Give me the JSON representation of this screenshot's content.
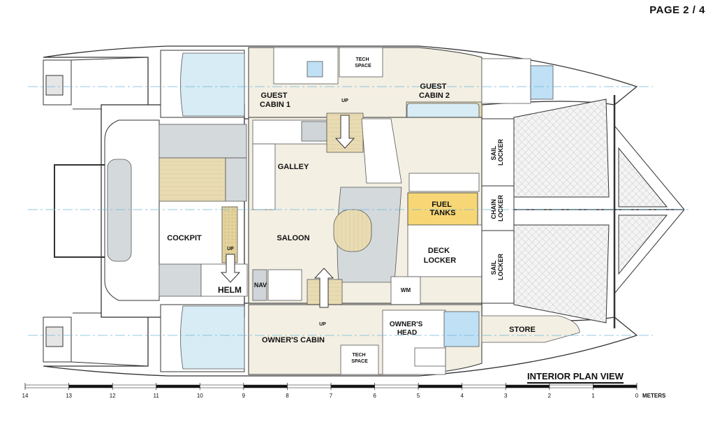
{
  "page_label": "PAGE 2 / 4",
  "view_title": "INTERIOR PLAN VIEW",
  "rooms": {
    "guest_cabin_1": [
      "GUEST",
      "CABIN 1"
    ],
    "guest_cabin_2": [
      "GUEST",
      "CABIN 2"
    ],
    "tech_space_top": [
      "TECH",
      "SPACE"
    ],
    "tech_space_bottom": [
      "TECH",
      "SPACE"
    ],
    "galley": "GALLEY",
    "saloon": "SALOON",
    "cockpit": "COCKPIT",
    "helm": "HELM",
    "nav": "NAV",
    "owners_cabin": "OWNER'S CABIN",
    "owners_head": [
      "OWNER'S",
      "HEAD"
    ],
    "store": "STORE",
    "fuel_tanks": [
      "FUEL",
      "TANKS"
    ],
    "deck_locker": [
      "DECK",
      "LOCKER"
    ],
    "sail_locker_top": [
      "SAIL",
      "LOCKER"
    ],
    "sail_locker_bottom": [
      "SAIL",
      "LOCKER"
    ],
    "chain_locker": [
      "CHAIN",
      "LOCKER"
    ],
    "wm": "WM"
  },
  "stairs": {
    "up_label": "UP"
  },
  "scale": {
    "ticks": [
      "14",
      "13",
      "12",
      "11",
      "10",
      "9",
      "8",
      "7",
      "6",
      "5",
      "4",
      "3",
      "2",
      "1",
      "0"
    ],
    "unit": "METERS"
  },
  "colors": {
    "cabin_fill": "#f3efe3",
    "wood": "#e9dcb4",
    "bed": "#d7ecf5",
    "cushion": "#d4d9dc",
    "fuel": "#f7d775",
    "wet": "#bfe0f5",
    "line": "#333333"
  }
}
